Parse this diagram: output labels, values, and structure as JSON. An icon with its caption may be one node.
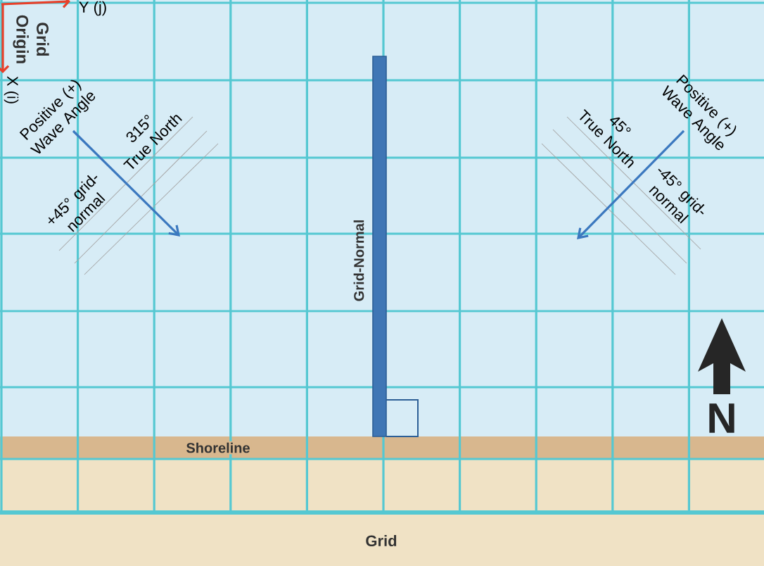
{
  "diagram": {
    "labels": [
      "Y (j)",
      "Grid Origin",
      "X (i)",
      "Positive (+) Wave Angle",
      "315° True North",
      "+45° grid-normal",
      "Positive (+) Wave Angle",
      "45° True North",
      "-45° grid-normal",
      "Grid-Normal",
      "N",
      "Shoreline",
      "Grid"
    ]
  }
}
